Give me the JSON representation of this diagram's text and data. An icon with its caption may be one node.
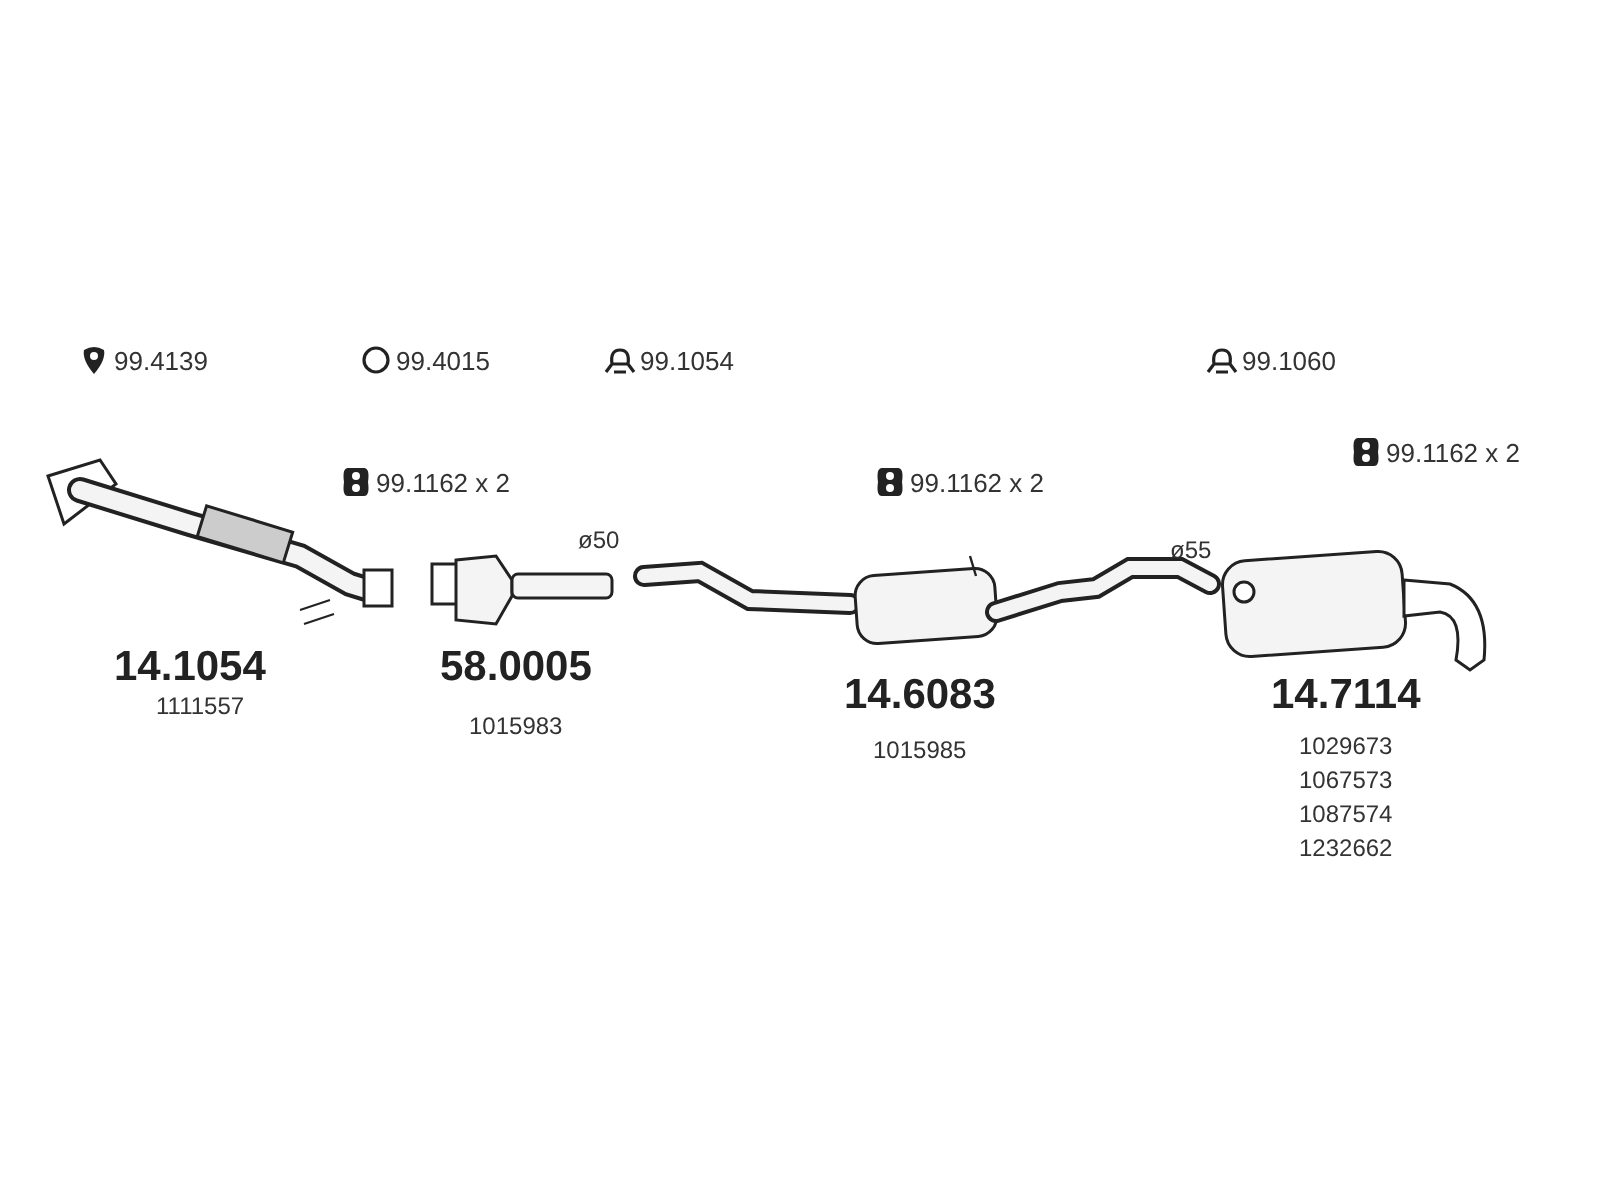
{
  "diagram": {
    "labels": [
      "99.4139",
      "99.4015",
      "99.1054",
      "99.1060",
      "99.1162 x 2",
      "99.1162 x 2",
      "99.1162 x 2",
      "ø50",
      "ø55",
      "14.1054",
      "58.0005",
      "14.6083",
      "14.7114",
      "1111557",
      "1015983",
      "1015985",
      "1029673",
      "1067573",
      "1087574",
      "1232662"
    ]
  }
}
